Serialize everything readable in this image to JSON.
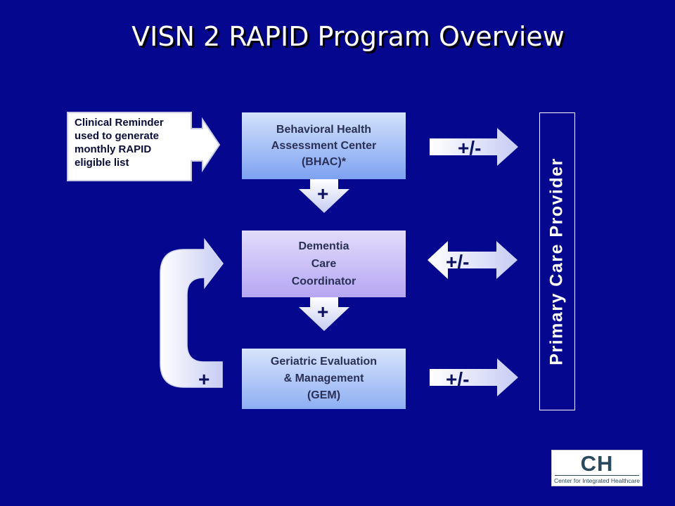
{
  "title": "VISN 2 RAPID Program Overview",
  "boxes": {
    "bhac": [
      "Behavioral Health",
      "Assessment Center",
      "(BHAC)*"
    ],
    "dcc": [
      "Dementia",
      "Care",
      "Coordinator"
    ],
    "gem": [
      "Geriatric Evaluation",
      "& Management",
      "(GEM)"
    ]
  },
  "reminder": [
    "Clinical Reminder",
    "used to generate",
    "monthly RAPID",
    "eligible list"
  ],
  "primary_care_provider": "Primary Care Provider",
  "arrow_labels": {
    "bhac_to_dcc": "+",
    "dcc_to_gem": "+",
    "gem_loop_to_dcc": "+",
    "bhac_to_pcp": "+/-",
    "dcc_pcp_bidirectional": "+/-",
    "gem_to_pcp": "+/-"
  },
  "logo": {
    "mark": "CH",
    "subtitle": "Center for Integrated Healthcare"
  },
  "colors": {
    "background": "#05088e",
    "arrow_fill_light": "#ffffff",
    "arrow_fill_dark": "#c6ccf4",
    "bhac_box": "#7ea2f2",
    "dcc_box": "#b6a6f3",
    "gem_box": "#8eaef3"
  }
}
